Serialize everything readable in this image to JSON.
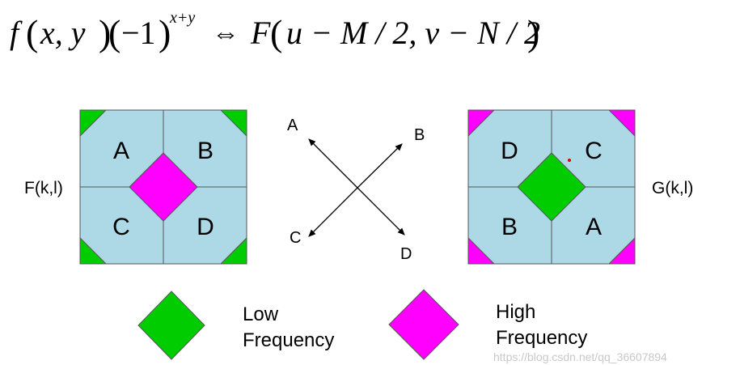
{
  "formula": {
    "f": "f",
    "paren_open": "(",
    "xy": "x, y",
    "paren_close": ")",
    "neg_open": "(",
    "neg_one": "−1",
    "neg_close": ")",
    "exponent": "x+y",
    "equiv": "⇔",
    "F": "F",
    "args": "u − M / 2, v − N / 2"
  },
  "left_grid": {
    "function_label": "F(k,l)",
    "quadrants": [
      "A",
      "B",
      "C",
      "D"
    ],
    "center_color": "#ff00ff",
    "corner_color": "#00cc00"
  },
  "arrows": {
    "labels": [
      "A",
      "B",
      "C",
      "D"
    ]
  },
  "right_grid": {
    "function_label": "G(k,l)",
    "quadrants": [
      "D",
      "C",
      "B",
      "A"
    ],
    "center_color": "#00cc00",
    "corner_color": "#ff00ff"
  },
  "legend": {
    "low_line1": "Low",
    "low_line2": "Frequency",
    "low_color": "#00cc00",
    "high_line1": "High",
    "high_line2": "Frequency",
    "high_color": "#ff00ff"
  },
  "colors": {
    "cell_fill": "#add8e6",
    "border": "#555555"
  },
  "watermark": "https://blog.csdn.net/qq_36607894"
}
